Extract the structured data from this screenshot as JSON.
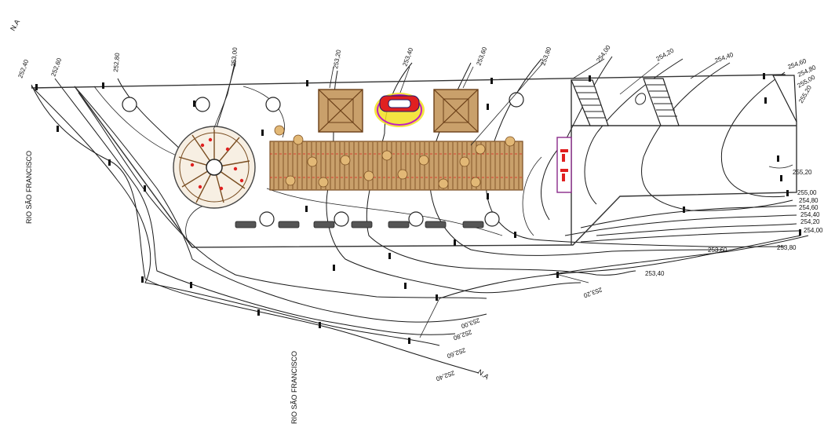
{
  "labels": {
    "north": "N.A",
    "river": "RIO SÃO FRANCISCO",
    "river_b": "RIO SÃO FRANCISCO",
    "na_bottom": "N.A"
  },
  "contours_top": [
    "252,40",
    "252,60",
    "252,80",
    "253,00",
    "253,20",
    "253,40",
    "253,60",
    "253,80",
    "254,00",
    "254,20",
    "254,40"
  ],
  "contours_right": [
    "254,60",
    "254,80",
    "255,00",
    "255,20",
    "255,20",
    "255,00",
    "254,80",
    "254,60",
    "254,40",
    "254,20",
    "254,00",
    "253,80",
    "253,60",
    "253,40"
  ],
  "contours_bottom": [
    "253,20",
    "253,00",
    "252,80",
    "252,60",
    "252,40"
  ],
  "colors": {
    "line": "#1a1a1a",
    "deck_wood": "#c9a06b",
    "deck_dark": "#7a4e22",
    "pergola": "#b07a3e",
    "accent_red": "#e02020",
    "accent_magenta": "#c020c0",
    "accent_yellow": "#f2e020"
  }
}
